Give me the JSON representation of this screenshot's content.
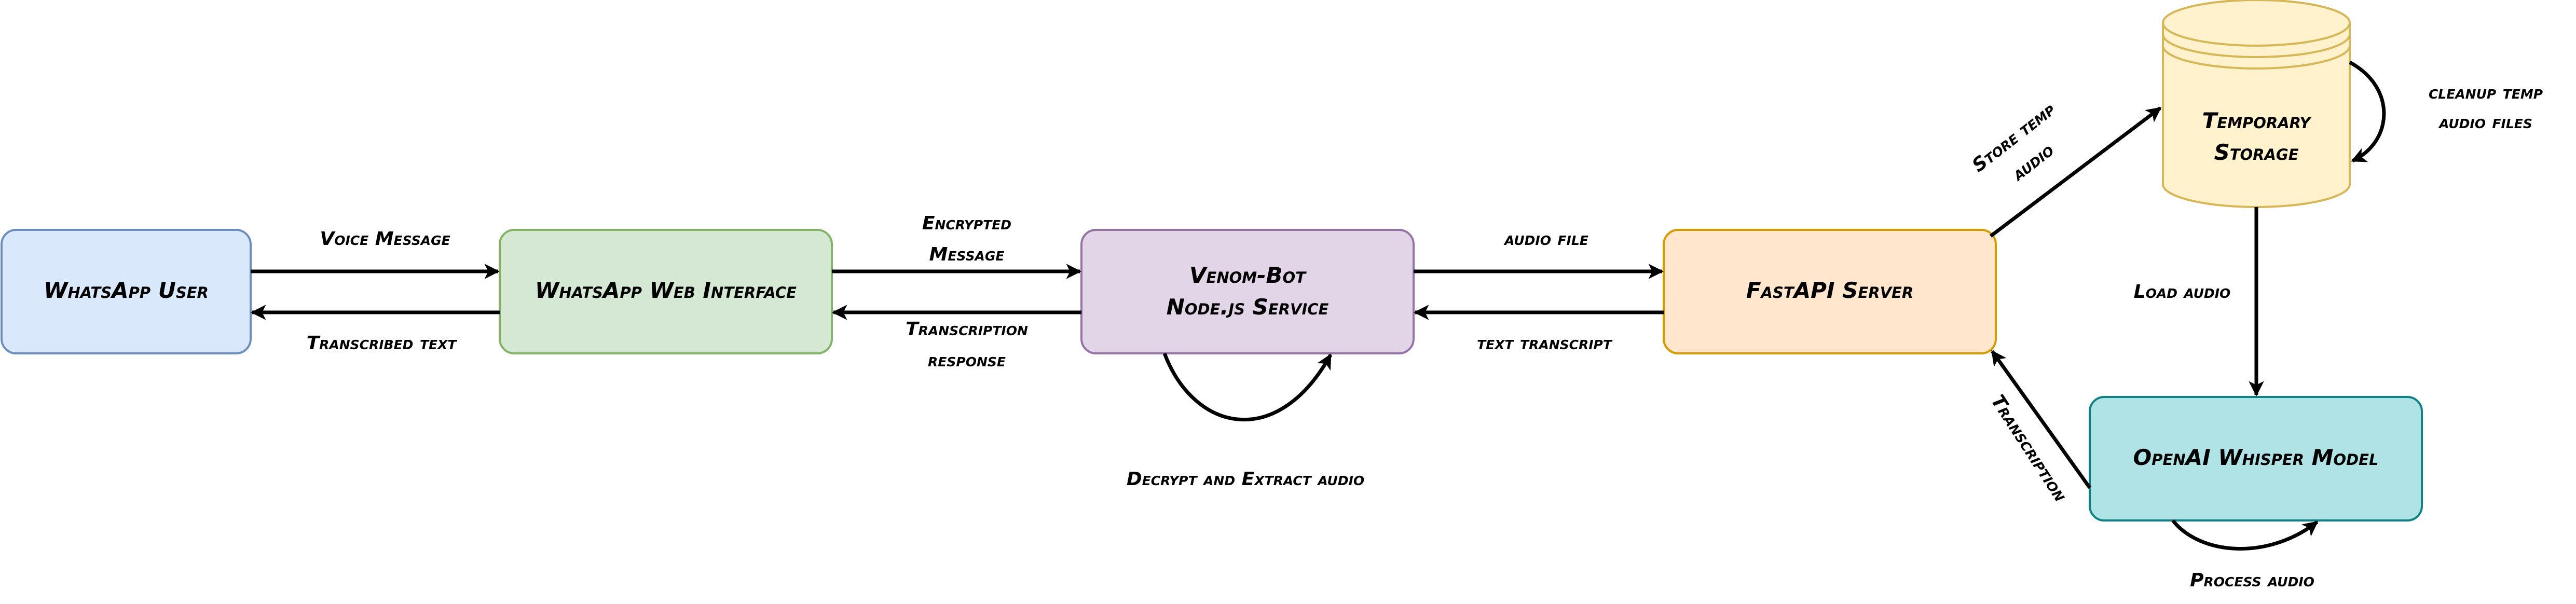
{
  "nodes": {
    "whatsapp_user": {
      "label": "WhatsApp User",
      "fill": "#dae8fc",
      "stroke": "#6c8ebf"
    },
    "whatsapp_web": {
      "label": "WhatsApp Web Interface",
      "fill": "#d5e8d4",
      "stroke": "#82b366"
    },
    "venom_bot": {
      "label_line1": "Venom-Bot",
      "label_line2": "Node.js Service",
      "fill": "#e1d5e7",
      "stroke": "#9673a6"
    },
    "fastapi": {
      "label": "FastAPI Server",
      "fill": "#ffe6cc",
      "stroke": "#d79b00"
    },
    "temp_storage": {
      "label_line1": "Temporary",
      "label_line2": "Storage",
      "fill": "#fff2cc",
      "stroke": "#d6b656"
    },
    "whisper": {
      "label": "OpenAI Whisper Model",
      "fill": "#b0e3e6",
      "stroke": "#0e8088"
    }
  },
  "edges": {
    "voice_message": "Voice Message",
    "transcribed_text": "Transcribed text",
    "encrypted_line1": "Encrypted",
    "encrypted_line2": "Message",
    "transcription_response_line1": "Transcription",
    "transcription_response_line2": "response",
    "decrypt": "Decrypt and Extract audio",
    "audio_file": "audio file",
    "text_transcript": "text transcript",
    "store_line1": "Store temp",
    "store_line2": "audio",
    "cleanup_line1": "cleanup temp",
    "cleanup_line2": "audio files",
    "load_audio": "Load audio",
    "transcription": "Transcription",
    "process_audio": "Process audio"
  }
}
